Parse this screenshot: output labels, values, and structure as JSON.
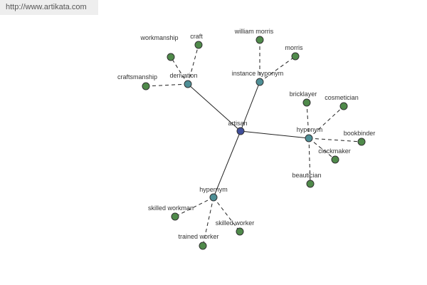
{
  "banner": {
    "url": "http://www.artikata.com"
  },
  "colors": {
    "root_node": "#3f4e9a",
    "relation_node": "#4e8f96",
    "leaf_node": "#4f8a4a",
    "solid_edge": "#222222",
    "dashed_edge": "#222222"
  },
  "graph": {
    "root": {
      "id": "artisan",
      "label": "artisan"
    },
    "relations": [
      {
        "id": "derivation",
        "label": "derivation",
        "leaves": [
          "workmanship",
          "craft",
          "craftsmanship"
        ]
      },
      {
        "id": "instance-hyponym",
        "label": "instance hyponym",
        "leaves": [
          "william morris",
          "morris"
        ]
      },
      {
        "id": "hyponym",
        "label": "hyponym",
        "leaves": [
          "bricklayer",
          "cosmetician",
          "bookbinder",
          "clockmaker",
          "beautician"
        ]
      },
      {
        "id": "hypernym",
        "label": "hypernym",
        "leaves": [
          "skilled workman",
          "skilled worker",
          "trained worker"
        ]
      }
    ]
  }
}
